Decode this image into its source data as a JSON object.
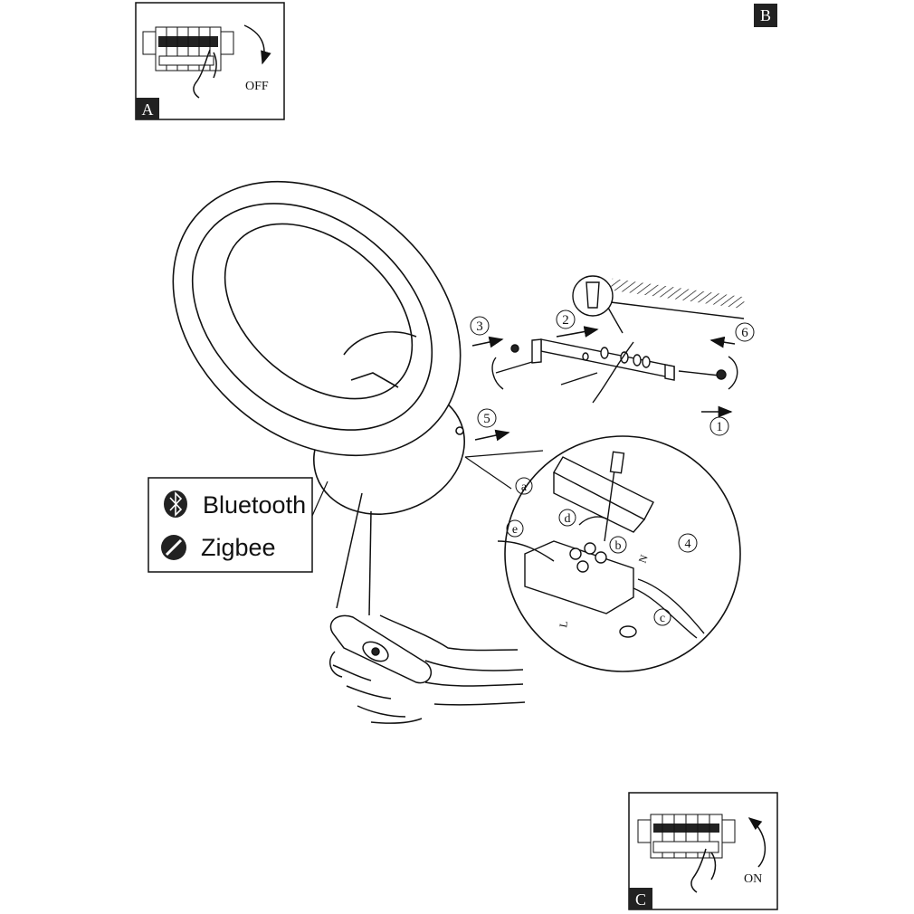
{
  "panels": {
    "a": {
      "letter": "A",
      "caption": "OFF"
    },
    "b": {
      "letter": "B"
    },
    "c": {
      "letter": "C",
      "caption": "ON"
    }
  },
  "steps": {
    "s1": "1",
    "s2": "2",
    "s3": "3",
    "s4": "4",
    "s5": "5",
    "s6": "6"
  },
  "detail": {
    "a": "a",
    "b": "b",
    "c": "c",
    "d": "d",
    "e": "e",
    "l": "L",
    "n": "N"
  },
  "legend": {
    "items": [
      {
        "label": "Bluetooth",
        "icon": "bluetooth-icon"
      },
      {
        "label": "Zigbee",
        "icon": "zigbee-icon"
      }
    ]
  },
  "colors": {
    "ink": "#111111",
    "paper": "#ffffff"
  }
}
